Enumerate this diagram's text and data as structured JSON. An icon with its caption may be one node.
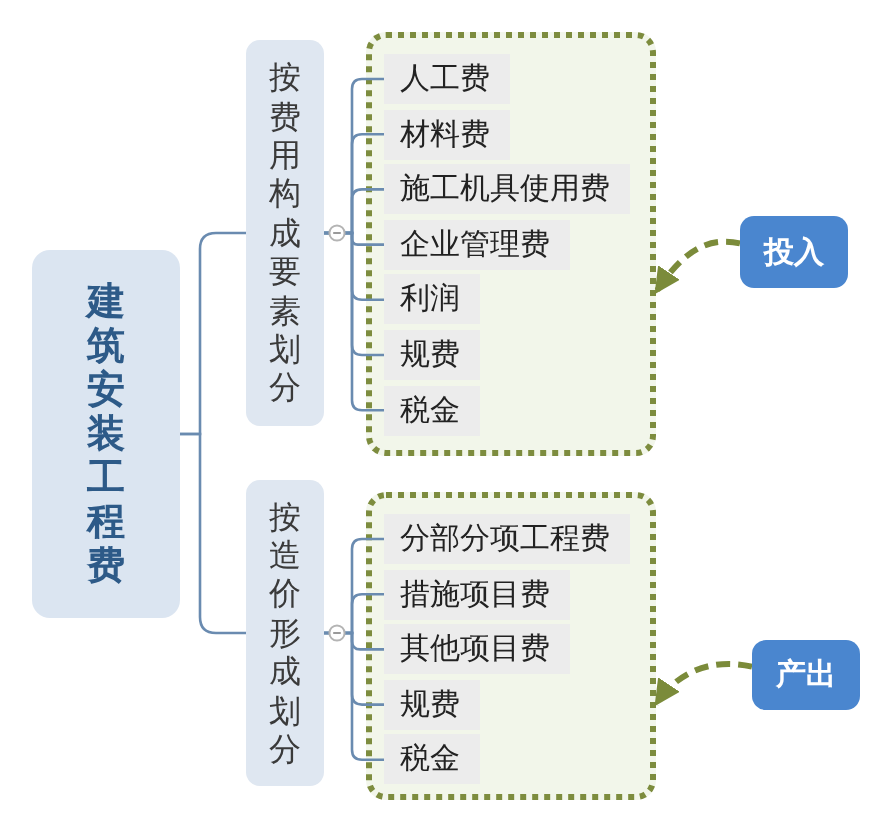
{
  "diagram": {
    "nodes": [
      {
        "text": [
          "建筑安装工程费"
        ]
      },
      {
        "text": [
          "按费用构成要素划分"
        ]
      },
      {
        "text": [],
        "shape": "box"
      },
      {
        "text": [
          "人工费"
        ],
        "in": 2
      },
      {
        "text": [
          "材料费"
        ],
        "in": 2
      },
      {
        "text": [
          "施工机具使用费"
        ],
        "in": 2
      },
      {
        "text": [
          "企业管理费"
        ],
        "in": 2
      },
      {
        "text": [
          "利润"
        ],
        "in": 2
      },
      {
        "text": [
          "规费"
        ],
        "in": 2
      },
      {
        "text": [
          "税金"
        ],
        "in": 2
      },
      {
        "text": [
          "投入"
        ]
      },
      {
        "text": [
          "按造价形成划分"
        ]
      },
      {
        "text": [],
        "shape": "box"
      },
      {
        "text": [
          "分部分项工程费"
        ],
        "in": 12
      },
      {
        "text": [
          "措施项目费"
        ],
        "in": 12
      },
      {
        "text": [
          "其他项目费"
        ],
        "in": 12
      },
      {
        "text": [
          "规费"
        ],
        "in": 12
      },
      {
        "text": [
          "税金"
        ],
        "in": 12
      },
      {
        "text": [
          "产出"
        ]
      }
    ],
    "edges": [
      {
        "from": 0,
        "to": 1,
        "arrow": "none"
      },
      {
        "from": 0,
        "to": 11,
        "arrow": "none"
      },
      {
        "from": 1,
        "to": 3,
        "arrow": "none"
      },
      {
        "from": 1,
        "to": 4,
        "arrow": "none"
      },
      {
        "from": 1,
        "to": 5,
        "arrow": "none"
      },
      {
        "from": 1,
        "to": 6,
        "arrow": "none"
      },
      {
        "from": 1,
        "to": 7,
        "arrow": "none"
      },
      {
        "from": 1,
        "to": 8,
        "arrow": "none"
      },
      {
        "from": 1,
        "to": 9,
        "arrow": "none"
      },
      {
        "from": 10,
        "to": 2,
        "arrow": "to",
        "style": "dashed",
        "color": "#7b8b3a"
      },
      {
        "from": 11,
        "to": 13,
        "arrow": "none"
      },
      {
        "from": 11,
        "to": 14,
        "arrow": "none"
      },
      {
        "from": 11,
        "to": 15,
        "arrow": "none"
      },
      {
        "from": 11,
        "to": 16,
        "arrow": "none"
      },
      {
        "from": 11,
        "to": 17,
        "arrow": "none"
      },
      {
        "from": 18,
        "to": 12,
        "arrow": "to",
        "style": "dashed",
        "color": "#7b8b3a"
      }
    ]
  }
}
